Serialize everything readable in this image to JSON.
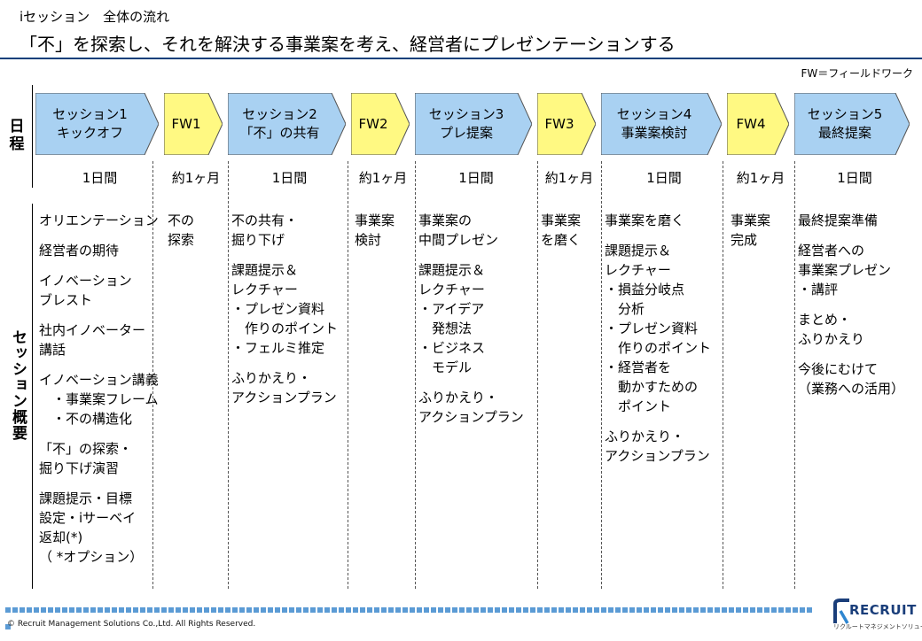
{
  "header": {
    "subtitle": "iセッション　全体の流れ",
    "title": "「不」を探索し、それを解決する事業案を考え、経営者にプレゼンテーションする",
    "fw_note": "FW＝フィールドワーク"
  },
  "labels": {
    "schedule": [
      "日",
      "程"
    ],
    "summary": "セッション概要"
  },
  "columns": [
    {
      "type": "session",
      "lines": [
        "セッション1",
        "キックオフ"
      ],
      "duration": "1日間",
      "content": [
        "オリエンテーション",
        "経営者の期待",
        "イノベーション\nブレスト",
        "社内イノベーター\n講話",
        "イノベーション講義\n　・事業案フレーム\n　・不の構造化",
        "「不」の探索・\n掘り下げ演習",
        "課題提示・目標\n設定・iサーベイ\n返却(*)\n（ *オプション）"
      ]
    },
    {
      "type": "fw",
      "lines": [
        "FW1"
      ],
      "duration": "約1ヶ月",
      "content": [
        "不の\n探索"
      ]
    },
    {
      "type": "session",
      "lines": [
        "セッション2",
        "「不」の共有"
      ],
      "duration": "1日間",
      "content": [
        "不の共有・\n掘り下げ",
        "課題提示＆\nレクチャー\n・プレゼン資料\n　作りのポイント\n・フェルミ推定",
        "ふりかえり・\nアクションプラン"
      ]
    },
    {
      "type": "fw",
      "lines": [
        "FW2"
      ],
      "duration": "約1ヶ月",
      "content": [
        "事業案\n検討"
      ]
    },
    {
      "type": "session",
      "lines": [
        "セッション3",
        "プレ提案"
      ],
      "duration": "1日間",
      "content": [
        "事業案の\n中間プレゼン",
        "課題提示＆\nレクチャー\n・アイデア\n　発想法\n・ビジネス\n　モデル",
        "ふりかえり・\nアクションプラン"
      ]
    },
    {
      "type": "fw",
      "lines": [
        "FW3"
      ],
      "duration": "約1ヶ月",
      "content": [
        "事業案\nを磨く"
      ]
    },
    {
      "type": "session",
      "lines": [
        "セッション4",
        "事業案検討"
      ],
      "duration": "1日間",
      "content": [
        "事業案を磨く",
        "課題提示＆\nレクチャー\n・損益分岐点\n　分析\n・プレゼン資料\n　作りのポイント\n・経営者を\n　動かすための\n　ポイント",
        "ふりかえり・\nアクションプラン"
      ]
    },
    {
      "type": "fw",
      "lines": [
        "FW4"
      ],
      "duration": "約1ヶ月",
      "content": [
        "事業案\n完成"
      ]
    },
    {
      "type": "session",
      "lines": [
        "セッション5",
        "最終提案"
      ],
      "duration": "1日間",
      "content": [
        "最終提案準備",
        "経営者への\n事業案プレゼン\n・講評",
        "まとめ・\nふりかえり",
        "今後にむけて\n（業務への活用）"
      ]
    }
  ],
  "footer": {
    "copyright": "© Recruit Management Solutions Co.,Ltd. All Rights Reserved.",
    "logo_text": "RECRUIT",
    "logo_sub": "リクルートマネジメントソリューションズ"
  },
  "colors": {
    "session": "#a9d1f2",
    "fw": "#fff982",
    "rule": "#0a3f7a"
  }
}
